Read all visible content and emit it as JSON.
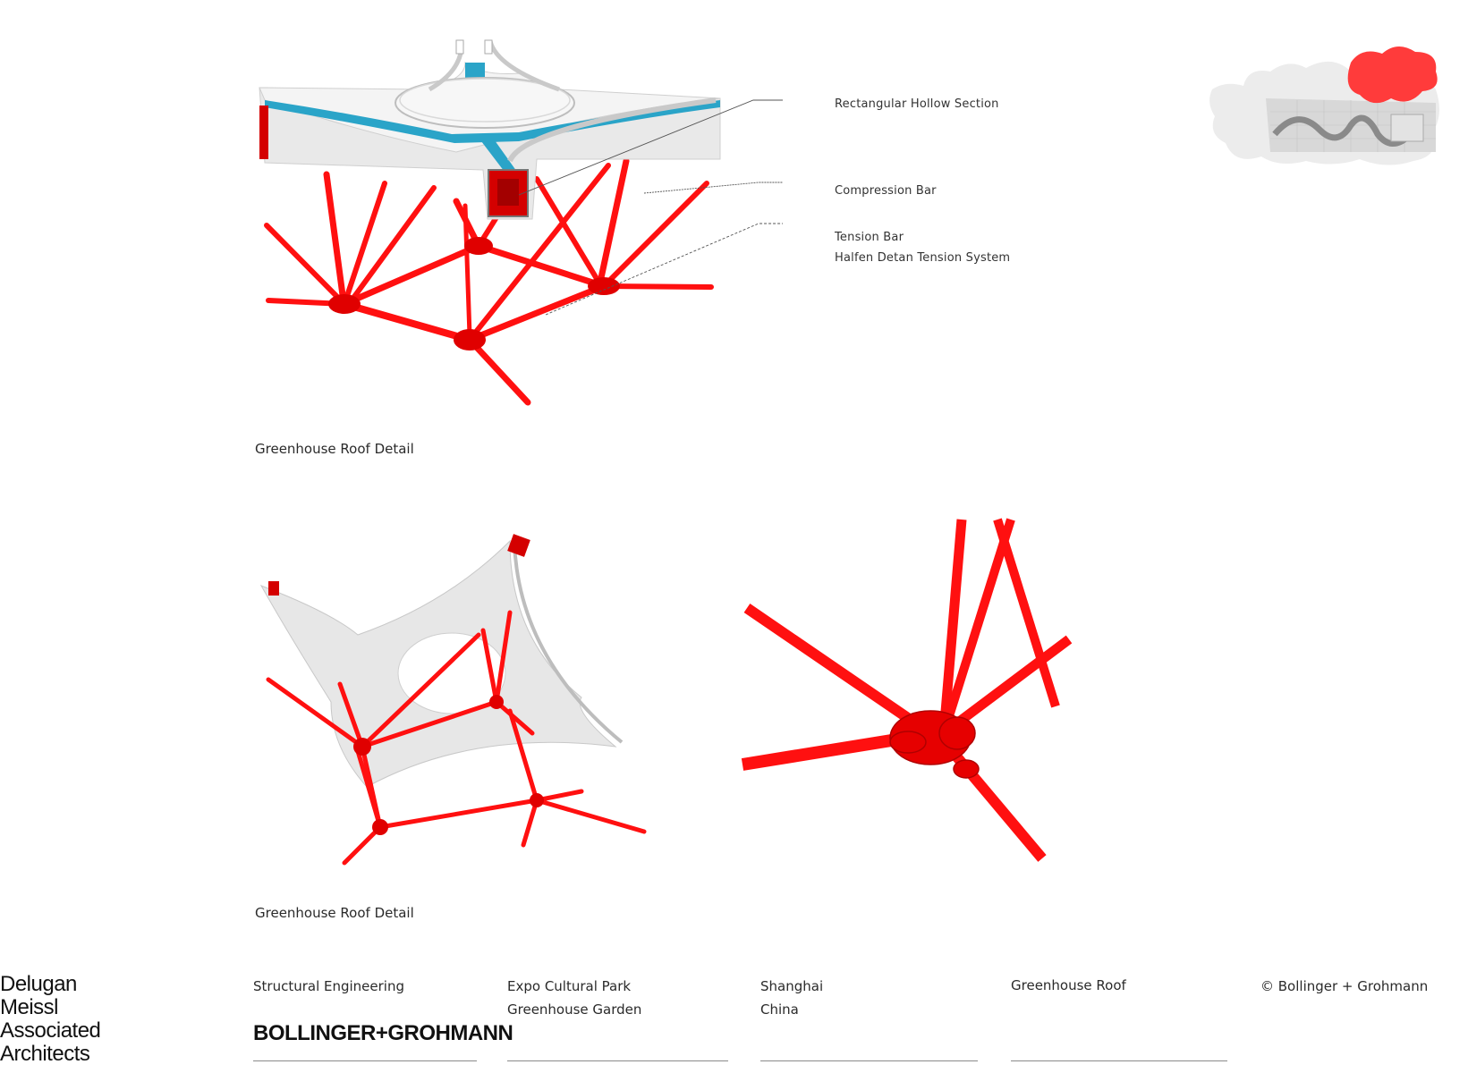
{
  "diagram1": {
    "caption": "Greenhouse Roof Detail",
    "callouts": [
      "Rectangular Hollow Section",
      "Compression Bar",
      "Tension Bar",
      "Halfen Detan Tension System"
    ]
  },
  "diagram2": {
    "caption": "Greenhouse Roof Detail"
  },
  "colors": {
    "structure_red": "#ff1010",
    "steel_blue": "#2aa4c8",
    "panel_grey": "#e6e6e6"
  },
  "footer": {
    "firm_logo_lines": [
      "Delugan",
      "Meissl",
      "Associated",
      "Architects"
    ],
    "col1": [
      "Structural Engineering"
    ],
    "engineer_logo": "BOLLINGER+GROHMANN",
    "col2": [
      "Expo Cultural Park",
      "Greenhouse Garden"
    ],
    "col3": [
      "Shanghai",
      "China"
    ],
    "col4": [
      "Greenhouse Roof"
    ],
    "col5": [
      "© Bollinger + Grohmann"
    ]
  }
}
